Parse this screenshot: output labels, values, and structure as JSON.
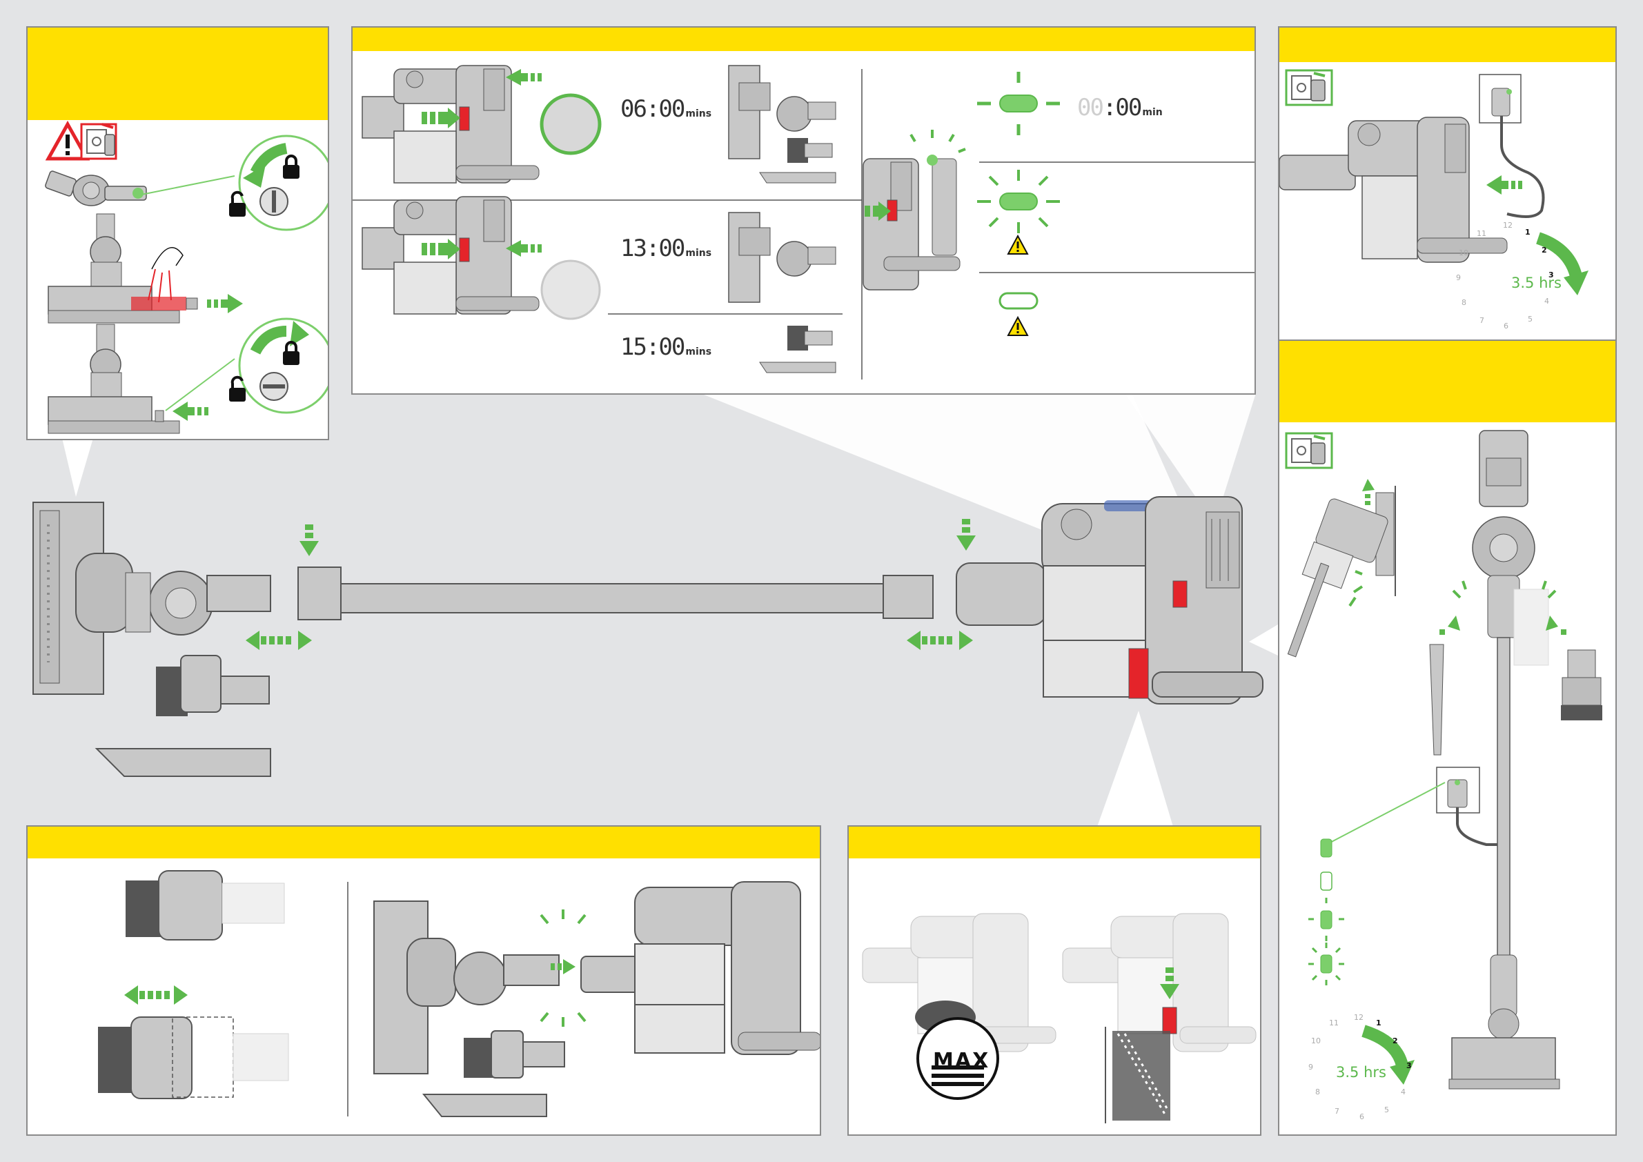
{
  "timers": {
    "t1": "06:00",
    "t1_unit": "mins",
    "t2": "13:00",
    "t2_unit": "mins",
    "t3": "15:00",
    "t3_unit": "mins",
    "t4_dim": "00",
    "t4": ":00",
    "t4_unit": "min"
  },
  "charge": {
    "hours_a": "3.5 hrs",
    "hours_b": "3.5 hrs",
    "clock_numbers": [
      "12",
      "1",
      "2",
      "3",
      "4",
      "5",
      "6",
      "7",
      "8",
      "9",
      "10",
      "11"
    ]
  },
  "bin": {
    "max_label": "MAX"
  },
  "colors": {
    "yellow": "#ffe000",
    "green": "#5cb84c",
    "red": "#e4242a",
    "grey": "#bdbdbd",
    "outline": "#555555"
  },
  "icons": [
    "warning-icon",
    "plug-socket-icon",
    "lock-icon",
    "unlock-icon",
    "green-arrow-icon",
    "led-indicator-icon",
    "clock-icon"
  ]
}
